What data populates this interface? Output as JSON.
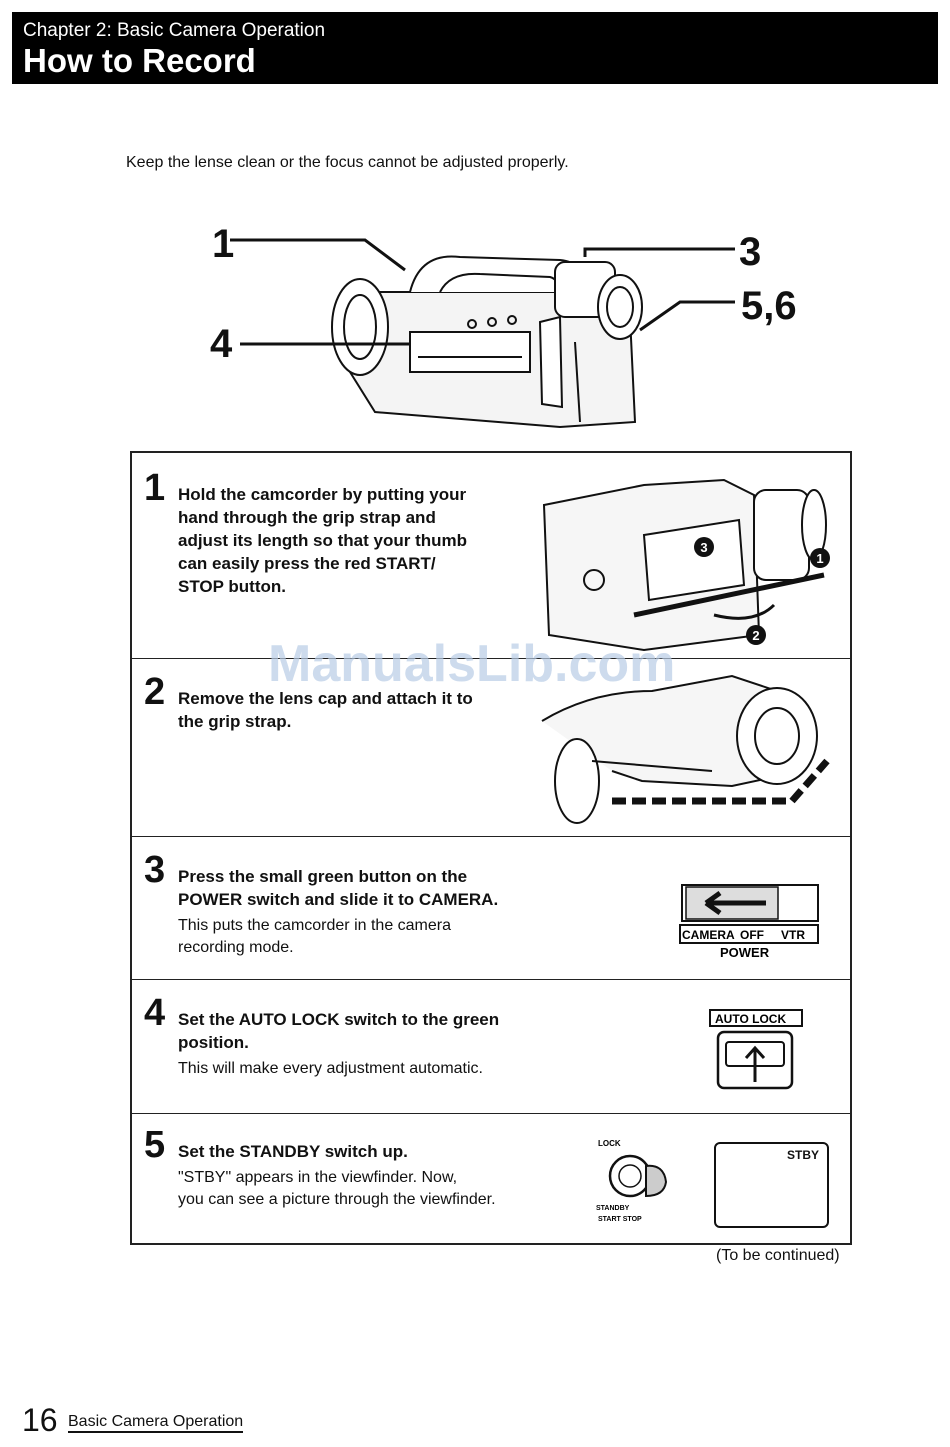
{
  "header": {
    "chapter": "Chapter 2: Basic Camera Operation",
    "title": "How to Record"
  },
  "intro": "Keep the lense clean or the focus cannot be adjusted properly.",
  "callouts": {
    "c1": "1",
    "c3": "3",
    "c4": "4",
    "c56": "5,6"
  },
  "steps": [
    {
      "number": "1",
      "lines": [
        "Hold the camcorder by putting your",
        "hand through the grip strap and",
        "adjust its length so that your thumb",
        "can easily press the red START/",
        "STOP button."
      ],
      "sub": []
    },
    {
      "number": "2",
      "lines": [
        "Remove the lens cap and attach it to",
        "the grip strap."
      ],
      "sub": []
    },
    {
      "number": "3",
      "lines": [
        "Press the small green button on the",
        "POWER switch and slide it to CAMERA."
      ],
      "sub": [
        "This puts the camcorder in the camera",
        "recording mode."
      ]
    },
    {
      "number": "4",
      "lines": [
        "Set the AUTO LOCK switch to the green",
        "position."
      ],
      "sub": [
        "This will make every adjustment automatic."
      ]
    },
    {
      "number": "5",
      "lines": [
        "Set the STANDBY switch up."
      ],
      "sub": [
        "\"STBY\" appears in the viewfinder. Now,",
        "you can see a picture through the viewfinder."
      ]
    }
  ],
  "figure_labels": {
    "power_camera": "CAMERA",
    "power_off": "OFF",
    "power_vtr": "VTR",
    "power_title": "POWER",
    "auto_lock": "AUTO LOCK",
    "lock": "LOCK",
    "standby": "STANDBY",
    "start_stop": "START STOP",
    "stby": "STBY",
    "step1_marks": [
      "1",
      "2",
      "3"
    ]
  },
  "continued": "(To be continued)",
  "page_number": "16",
  "page_section": "Basic Camera Operation",
  "watermark": "ManualsLib.com"
}
